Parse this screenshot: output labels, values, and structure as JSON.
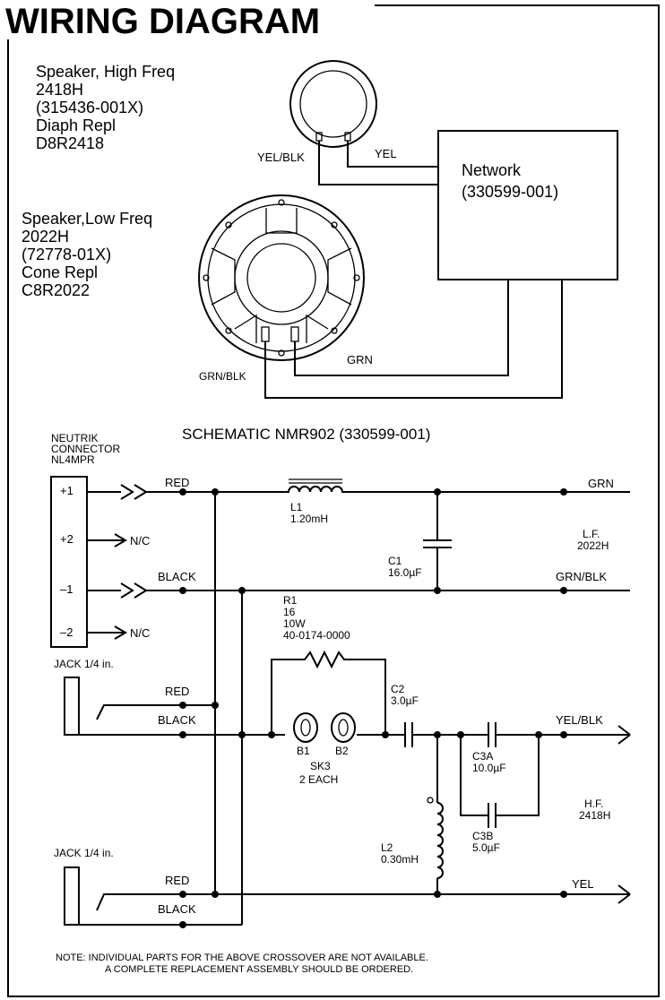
{
  "title": "WIRING DIAGRAM",
  "hf_speaker": [
    "Speaker, High Freq",
    "2418H",
    "(315436-001X)",
    "Diaph Repl",
    "D8R2418"
  ],
  "lf_speaker": [
    "Speaker,Low Freq",
    "2022H",
    "(72778-01X)",
    "Cone Repl",
    "C8R2022"
  ],
  "network": [
    "Network",
    "(330599-001)"
  ],
  "wiring_labels": {
    "yel_blk": "YEL/BLK",
    "yel": "YEL",
    "grn_blk": "GRN/BLK",
    "grn": "GRN"
  },
  "schematic_title": "SCHEMATIC NMR902 (330599-001)",
  "connector": [
    "NEUTRIK",
    "CONNECTOR",
    "NL4MPR"
  ],
  "pins": [
    "+1",
    "+2",
    "–1",
    "–2"
  ],
  "nc": "N/C",
  "red": "RED",
  "black": "BLACK",
  "jack": "JACK 1/4 in.",
  "L1": [
    "L1",
    "1.20mH"
  ],
  "C1": [
    "C1",
    "16.0µF"
  ],
  "R1": [
    "R1",
    "16",
    "10W",
    "40-0174-0000"
  ],
  "C2": [
    "C2",
    "3.0µF"
  ],
  "bulbs": [
    "B1",
    "B2",
    "SK3",
    "2 EACH"
  ],
  "C3A": [
    "C3A",
    "10.0µF"
  ],
  "C3B": [
    "C3B",
    "5.0µF"
  ],
  "L2": [
    "L2",
    "0.30mH"
  ],
  "out_grn": "GRN",
  "out_grn_blk": "GRN/BLK",
  "out_yel_blk": "YEL/BLK",
  "out_yel": "YEL",
  "lf_out": [
    "L.F.",
    "2022H"
  ],
  "hf_out": [
    "H.F.",
    "2418H"
  ],
  "note": [
    "NOTE:   INDIVIDUAL PARTS FOR THE ABOVE CROSSOVER ARE NOT AVAILABLE.",
    "A COMPLETE REPLACEMENT ASSEMBLY SHOULD BE ORDERED."
  ]
}
